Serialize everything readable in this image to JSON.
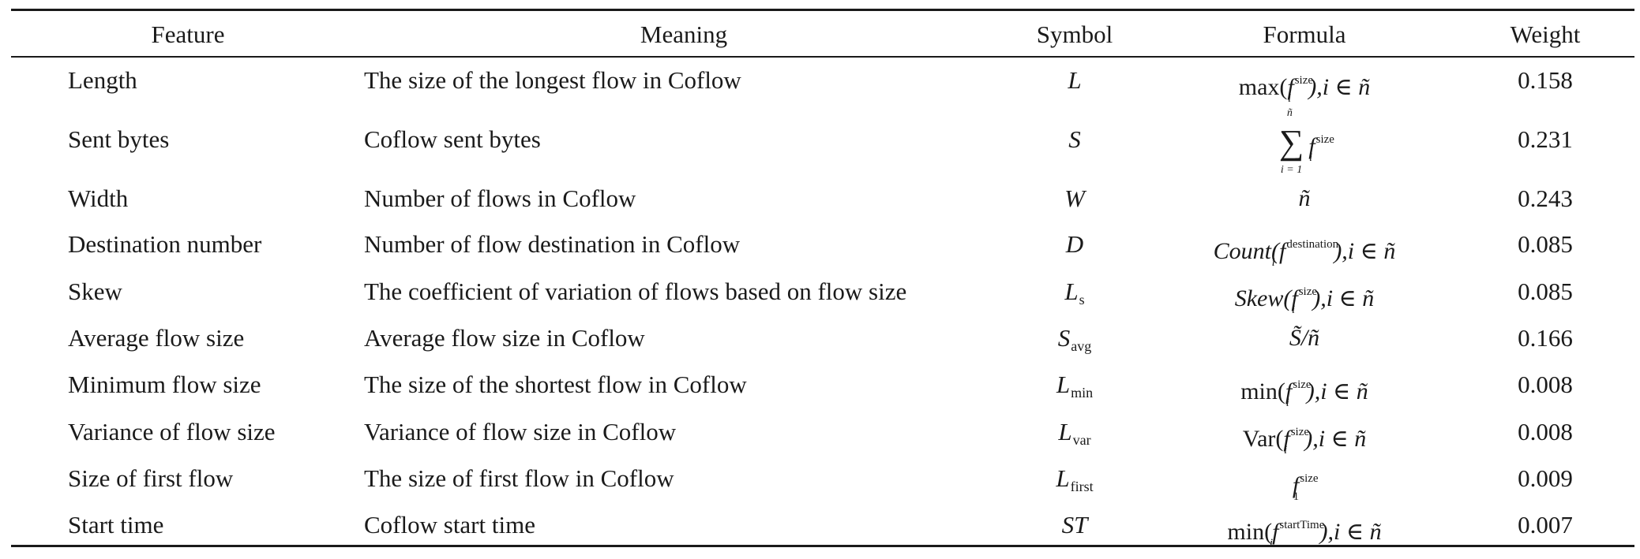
{
  "headers": {
    "feature": "Feature",
    "meaning": "Meaning",
    "symbol": "Symbol",
    "formula": "Formula",
    "weight": "Weight"
  },
  "rows": [
    {
      "feature": "Length",
      "meaning": "The size of the longest flow in Coflow",
      "symbol": "L",
      "symbol_sub": "",
      "formula": {
        "fn": "max(",
        "f": "f",
        "sup": "size",
        "tail": "),i ∈ ñ"
      },
      "weight": "0.158"
    },
    {
      "feature": "Sent bytes",
      "meaning": "Coflow sent bytes",
      "symbol": "S",
      "symbol_sub": "",
      "formula": {
        "sum_top": "ñ",
        "sum_bottom": "i = 1",
        "f": "f",
        "sup": "size"
      },
      "weight": "0.231"
    },
    {
      "feature": "Width",
      "meaning": "Number of flows in Coflow",
      "symbol": "W",
      "symbol_sub": "",
      "formula": {
        "text": "ñ"
      },
      "weight": "0.243"
    },
    {
      "feature": "Destination number",
      "meaning": "Number of flow destination in Coflow",
      "symbol": "D",
      "symbol_sub": "",
      "formula": {
        "fn": "Count(",
        "f": "f",
        "sup": "destination",
        "tail": "),i ∈ ñ"
      },
      "weight": "0.085"
    },
    {
      "feature": "Skew",
      "meaning": "The coefficient of variation of flows based on flow size",
      "symbol": "L",
      "symbol_sub": "s",
      "formula": {
        "fn": "Skew(",
        "f": "f",
        "sup": "size",
        "tail": "),i ∈ ñ"
      },
      "weight": "0.085"
    },
    {
      "feature": "Average flow size",
      "meaning": "Average flow size in Coflow",
      "symbol": "S",
      "symbol_sub": "avg",
      "formula": {
        "text": "S̃/ñ"
      },
      "weight": "0.166"
    },
    {
      "feature": "Minimum flow size",
      "meaning": "The size of the shortest flow in Coflow",
      "symbol": "L",
      "symbol_sub": "min",
      "formula": {
        "fn": "min(",
        "f": "f",
        "sup": "size",
        "tail": "),i ∈ ñ"
      },
      "weight": "0.008"
    },
    {
      "feature": "Variance of flow size",
      "meaning": "Variance of flow size in Coflow",
      "symbol": "L",
      "symbol_sub": "var",
      "formula": {
        "fn": "Var(",
        "f": "f",
        "sup": "size",
        "tail": "),i ∈ ñ"
      },
      "weight": "0.008"
    },
    {
      "feature": "Size of first flow",
      "meaning": "The size of first flow in Coflow",
      "symbol": "L",
      "symbol_sub": "first",
      "formula": {
        "f": "f",
        "sub": "1",
        "sup": "size"
      },
      "weight": "0.009"
    },
    {
      "feature": "Start time",
      "meaning": "Coflow start time",
      "symbol": "ST",
      "symbol_sub": "",
      "formula": {
        "fn": "min(",
        "f": "f",
        "sup": "startTime",
        "tail": "),i ∈ ñ"
      },
      "weight": "0.007"
    }
  ]
}
